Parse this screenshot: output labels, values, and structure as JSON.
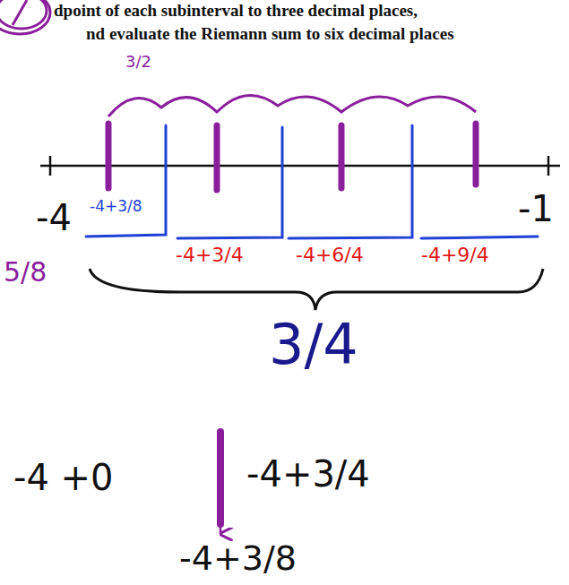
{
  "diagram": {
    "labels": [
      "dpoint of each subinterval to three decimal places,",
      "nd evaluate the Riemann sum to six decimal places",
      "3/2",
      "-4",
      "-4+3/8",
      "-1",
      "5/8",
      "-4+3/4",
      "-4+6/4",
      "-4+9/4",
      "3/4",
      "-4 +0",
      "-4+3/4",
      "-4+3/8"
    ]
  }
}
